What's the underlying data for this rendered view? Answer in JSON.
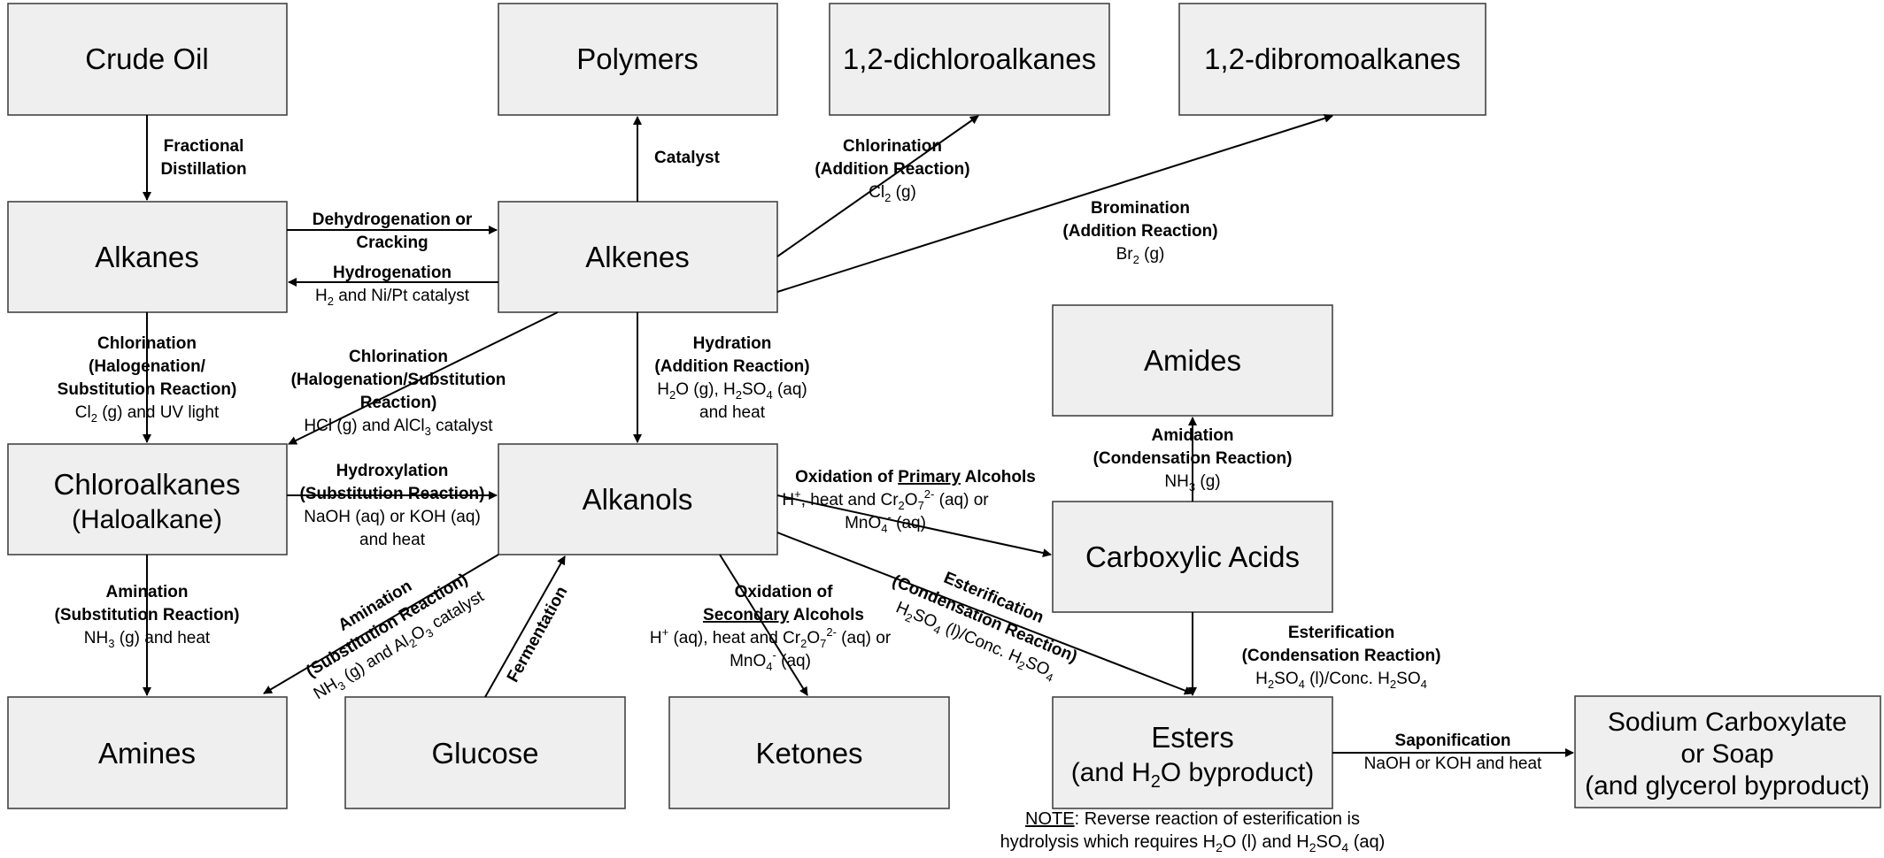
{
  "nodes": {
    "crude_oil": "Crude Oil",
    "polymers": "Polymers",
    "dichloro": "1,2-dichloroalkanes",
    "dibromo": "1,2-dibromoalkanes",
    "alkanes": "Alkanes",
    "alkenes": "Alkenes",
    "amides": "Amides",
    "chloroalkanes": "Chloroalkanes",
    "chloroalkanes_sub": "(Haloalkane)",
    "alkanols": "Alkanols",
    "carboxylic_acids": "Carboxylic Acids",
    "amines": "Amines",
    "glucose": "Glucose",
    "ketones": "Ketones",
    "esters": "Esters",
    "esters_sub_pre": "(and H",
    "esters_sub_sub": "2",
    "esters_sub_post": "O byproduct)",
    "soap_1": "Sodium Carboxylate",
    "soap_2": "or Soap",
    "soap_3": "(and glycerol byproduct)"
  },
  "edges": {
    "fractional_1": "Fractional",
    "fractional_2": "Distillation",
    "catalyst": "Catalyst",
    "chlorination_add_1": "Chlorination",
    "chlorination_add_2": "(Addition Reaction)",
    "chlorination_add_3_pre": "Cl",
    "chlorination_add_3_sub": "2",
    "chlorination_add_3_post": " (g)",
    "bromination_1": "Bromination",
    "bromination_2": "(Addition Reaction)",
    "bromination_3_pre": "Br",
    "bromination_3_sub": "2",
    "bromination_3_post": " (g)",
    "dehydro_1": "Dehydrogenation or",
    "dehydro_2": "Cracking",
    "hydrogenation_1": "Hydrogenation",
    "hydrogenation_2_pre": "H",
    "hydrogenation_2_sub": "2",
    "hydrogenation_2_post": " and Ni/Pt catalyst",
    "chlor_sub_1": "Chlorination",
    "chlor_sub_2": "(Halogenation/",
    "chlor_sub_3": "Substitution Reaction)",
    "chlor_sub_4_pre": "Cl",
    "chlor_sub_4_sub": "2",
    "chlor_sub_4_post": " (g) and UV light",
    "chlor_hcl_1": "Chlorination",
    "chlor_hcl_2": "(Halogenation/Substitution",
    "chlor_hcl_3": "Reaction)",
    "chlor_hcl_4_pre": "HCl (g) and AlCl",
    "chlor_hcl_4_sub": "3",
    "chlor_hcl_4_post": " catalyst",
    "hydration_1": "Hydration",
    "hydration_2": "(Addition Reaction)",
    "hydration_3_a": "H",
    "hydration_3_b": "2",
    "hydration_3_c": "O (g), H",
    "hydration_3_d": "2",
    "hydration_3_e": "SO",
    "hydration_3_f": "4",
    "hydration_3_g": " (aq)",
    "hydration_4": "and heat",
    "hydroxylation_1": "Hydroxylation",
    "hydroxylation_2": "(Substitution Reaction)",
    "hydroxylation_3": "NaOH (aq) or KOH (aq)",
    "hydroxylation_4": "and heat",
    "oxid_primary_1_pre": "Oxidation of ",
    "oxid_primary_1_ul": "Primary",
    "oxid_primary_1_post": " Alcohols",
    "amidation_1": "Amidation",
    "amidation_2": "(Condensation Reaction)",
    "amidation_3_pre": "NH",
    "amidation_3_sub": "3",
    "amidation_3_post": " (g)",
    "amination_1": "Amination",
    "amination_2": "(Substitution Reaction)",
    "amination_3_pre": "NH",
    "amination_3_sub": "3",
    "amination_3_post": " (g) and heat",
    "amination_diag_1": "Amination",
    "amination_diag_2": "(Substitution Reaction)",
    "fermentation": "Fermentation",
    "oxid_secondary_1": "Oxidation of",
    "oxid_secondary_2_ul": "Secondary",
    "oxid_secondary_2_post": " Alcohols",
    "oxid_secondary_4_a": "MnO",
    "oxid_secondary_4_b": "4",
    "oxid_secondary_4_c": "-",
    "oxid_secondary_4_d": " (aq)",
    "esterif_diag_1": "Esterification",
    "esterif_diag_2": "(Condensation Reaction)",
    "esterif_right_1": "Esterification",
    "esterif_right_2": "(Condensation Reaction)",
    "saponification_1": "Saponification",
    "saponification_2": "NaOH or KOH and heat",
    "note_1_ul": "NOTE",
    "note_1_post": ": Reverse reaction of esterification is",
    "note_2_pre": "hydrolysis which requires H",
    "note_2_sub": "2",
    "note_2_mid": "O (l) and H",
    "note_2_sub2": "2",
    "note_2_sub3": "SO",
    "note_2_sub4": "4",
    "note_2_post": " (aq)"
  }
}
